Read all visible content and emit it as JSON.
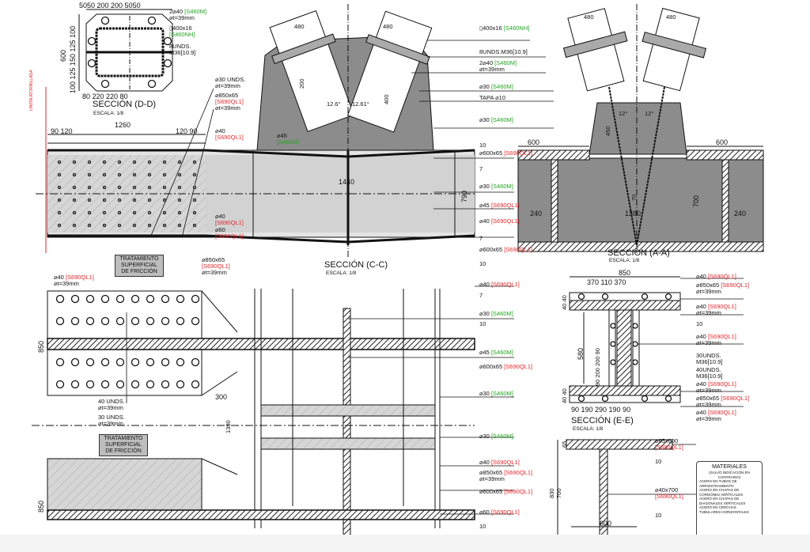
{
  "colors": {
    "green_grade": "#23a323",
    "red_grade": "#e0262a",
    "gusset_gray": "#8c8c8c",
    "beam_gray": "#d9d9d9"
  },
  "section_dd": {
    "title": "SECCIÓN (D-D)",
    "scale": "ESCALA: 1/8",
    "dims_top": "5050   200     200   5050",
    "dims_bottom": "80    220        220    80",
    "dim_height": "600",
    "dims_left": "100  125  150  125  100",
    "c1": "2⌀40",
    "c1_grade": "[S460M]",
    "c1_t": "⌀t=39mm",
    "c2": "▯400x16",
    "c2_grade": "[S460NH]",
    "c3": "8UNDS.",
    "c3b": "M36[10.9]",
    "side_note": "UNIÓN ATORNILLADA"
  },
  "section_cc": {
    "title": "SECCIÓN (C-C)",
    "scale": "ESCALA: 1/8",
    "dim_1260": "1260",
    "dim_left": "90  120",
    "dim_right": "120  90",
    "dim_1440": "1440",
    "dim_790": "790",
    "a1": "⌀30 UNDS.",
    "a1_t": "⌀t=39mm",
    "a2": "⌀850x65",
    "a2_grade": "[S690QL1]",
    "a2_t": "⌀t=39mm",
    "a3": "⌀40",
    "a3_grade": "[S690QL1]",
    "a4": "⌀45",
    "a4_grade": "[S460M]",
    "a5": "⌀40",
    "a5_grade": "[S690QL1]",
    "a6": "⌀60",
    "a6_grade": "[S690QL1]",
    "a7": "⌀850x65",
    "a7_grade": "[S690QL1]",
    "a7_t": "⌀t=39mm",
    "friction": "TRATAMIENTO SUPERFICIAL DE FRICCIÓN",
    "tube_w": "480",
    "tube_l": "400",
    "angle_l": "12.6°",
    "angle_r": "12.61°",
    "len1": "200",
    "len2": "400"
  },
  "callouts_top": [
    {
      "text": "▯400x16",
      "grade": "[S460NH]"
    },
    {
      "text": "8UNDS.M36[10.9]",
      "grade": ""
    },
    {
      "text": "2⌀40",
      "grade": "[S460M]",
      "t": "⌀t=39mm"
    },
    {
      "text": "⌀30",
      "grade": "[S460M]"
    },
    {
      "text": "TAPA ⌀10",
      "grade": ""
    },
    {
      "text": "⌀30",
      "grade": "[S460M]"
    },
    {
      "text": "10",
      "grade": ""
    },
    {
      "text": "⌀600x65",
      "grade": "[S690QL1]"
    },
    {
      "text": "7",
      "grade": ""
    },
    {
      "text": "⌀30",
      "grade": "[S460M]"
    },
    {
      "text": "⌀45",
      "grade": "[S690QL1]"
    },
    {
      "text": "⌀40",
      "grade": "[S690QL1]"
    },
    {
      "text": "7",
      "grade": ""
    },
    {
      "text": "⌀600x65",
      "grade": "[S690QL1]"
    },
    {
      "text": "10",
      "grade": ""
    }
  ],
  "section_aa": {
    "title": "SECCIÓN (A-A)",
    "scale": "ESCALA: 1/8",
    "w_left": "600",
    "w_right": "600",
    "ang_l": "12°",
    "ang_r": "12°",
    "h450": "450",
    "d70": "70",
    "d1380": "1380",
    "h700": "700",
    "d240_l": "240",
    "d240_r": "240",
    "tube_l": "480",
    "tube_r": "480"
  },
  "plan": {
    "c1": "⌀40",
    "c1_grade": "[S690QL1]",
    "c1_t": "⌀t=39mm",
    "h850": "850",
    "b40": "40 UNDS.",
    "b40_t": "⌀t=39mm",
    "b30": "30 UNDS.",
    "b30_t": "⌀t=39mm",
    "d300": "300",
    "h1380": "1380",
    "friction": "TRATAMIENTO SUPERFICIAL DE FRICCIÓN",
    "h850b": "850"
  },
  "callouts_bottom": [
    {
      "text": "⌀40",
      "grade": "[S690QL1]"
    },
    {
      "text": "7",
      "grade": ""
    },
    {
      "text": "⌀30",
      "grade": "[S460M]"
    },
    {
      "text": "10",
      "grade": ""
    },
    {
      "text": "⌀45",
      "grade": "[S460M]"
    },
    {
      "text": "⌀600x65",
      "grade": "[S690QL1]"
    },
    {
      "text": "⌀30",
      "grade": "[S460M]"
    },
    {
      "text": "⌀30",
      "grade": "[S460M]"
    },
    {
      "text": "⌀40",
      "grade": "[S690QL1]"
    },
    {
      "text": "⌀850x65",
      "grade": "[S690QL1]",
      "t": "⌀t=39mm"
    },
    {
      "text": "⌀600x65",
      "grade": "[S690QL1]"
    },
    {
      "text": "⌀60",
      "grade": "[S690QL1]"
    },
    {
      "text": "10",
      "grade": ""
    }
  ],
  "section_ee": {
    "title": "SECCIÓN (E-E)",
    "scale": "ESCALA: 1/8",
    "w850": "850",
    "top_dims": "370        110        370",
    "bottom_dims": "90   190      290      190  90",
    "h580": "580",
    "left_dims": "90   200   200   90",
    "flange": "40 40",
    "flange_b": "40 40",
    "e1": "⌀40",
    "e1_grade": "[S690QL1]",
    "e2": "⌀850x65",
    "e2_grade": "[S690QL1]",
    "e2_t": "⌀t=39mm",
    "e3": "⌀40",
    "e3_grade": "[S690QL1]",
    "e3_t": "⌀t=39mm",
    "e4": "10",
    "e5": "⌀40",
    "e5_grade": "[S690QL1]",
    "e5_t": "⌀t=39mm",
    "e6": "30UNDS.",
    "e6b": "M36[10.9]",
    "e7": "40UNDS.",
    "e7b": "M36[10.9]",
    "e8": "⌀40",
    "e8_grade": "[S690QL1]",
    "e8_t": "⌀t=39mm",
    "e9": "⌀850x65",
    "e9_grade": "[S690QL1]",
    "e9_t": "⌀t=39mm",
    "e10": "⌀40",
    "e10_grade": "[S690QL1]",
    "e10_t": "⌀t=39mm"
  },
  "section_t": {
    "f1": "⌀65x600",
    "f1_grade": "[S690QL1]",
    "w1": "10",
    "f2": "⌀40x700",
    "f2_grade": "[S690QL1]",
    "w2": "10",
    "h830": "830",
    "h700": "700",
    "d600": "600",
    "h65": "65"
  },
  "materials": {
    "title": "MATERIALES",
    "subtitle": "(SALVO INDICACIÓN EN CONTRARIO)",
    "lines": [
      "ACERO EN TUBOS DE ARRIOSTRAMIENTO",
      "ACERO EN CHAPAS DE",
      "CORDONES VERTICALES",
      "ACERO EN CHAPAS DE",
      "DIAGONALES VERTICALES",
      "ACERO EN CERCHAS",
      "TUBULARES HORIZONTALES"
    ]
  }
}
